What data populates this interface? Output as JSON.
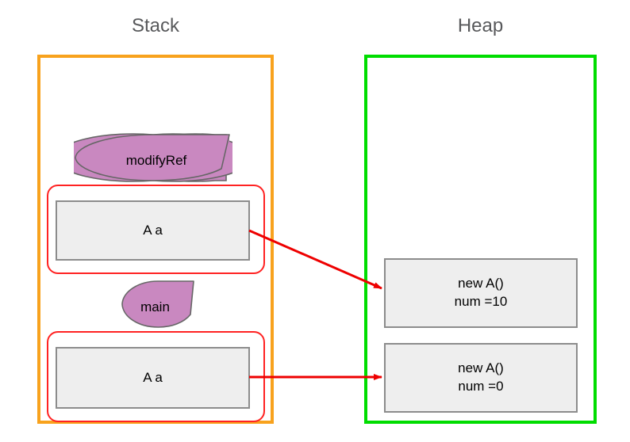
{
  "diagram": {
    "title_stack": "Stack",
    "title_heap": "Heap",
    "colors": {
      "stack_border": "#f8a21d",
      "heap_border": "#00dd00",
      "frame_border": "#ff2222",
      "arrow": "#ee0000",
      "method_fill": "#c988c0",
      "method_stroke": "#666666",
      "box_fill": "#eeeeee",
      "box_stroke": "#8c8c8c",
      "title_text": "#58595b"
    }
  },
  "stack": {
    "label": "Stack",
    "frames": [
      {
        "method": "modifyRef",
        "variable": "A a"
      },
      {
        "method": "main",
        "variable": "A a"
      }
    ]
  },
  "heap": {
    "label": "Heap",
    "objects": [
      {
        "line1": "new A()",
        "line2": "num =10"
      },
      {
        "line1": "new A()",
        "line2": "num =0"
      }
    ]
  },
  "arrows": [
    {
      "name": "modifyref-a-to-object-num10",
      "from": "modifyRef.a",
      "to": "new A() num =10"
    },
    {
      "name": "main-a-to-object-num0",
      "from": "main.a",
      "to": "new A() num =0"
    }
  ]
}
